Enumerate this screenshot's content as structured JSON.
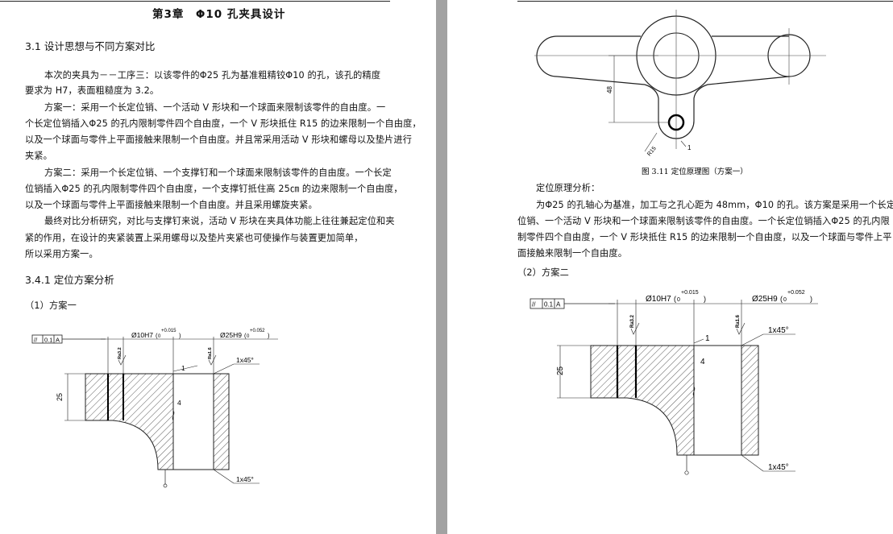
{
  "left": {
    "chapter_title": "第3章　Φ10 孔夹具设计",
    "section_title": "3.1 设计思想与不同方案对比",
    "paragraphs": [
      "本次的夹具为－－工序三：以该零件的Φ25 孔为基准粗精铰Φ10 的孔，该孔的精度",
      "要求为 H7，表面粗糙度为 3.2。",
      "方案一：采用一个长定位销、一个活动 V 形块和一个球面来限制该零件的自由度。一",
      "个长定位销插入Φ25 的孔内限制零件四个自由度，一个 V 形块抵住 R15 的边来限制一个自由度，",
      "以及一个球面与零件上平面接触来限制一个自由度。并且常采用活动 V 形块和螺母以及垫片进行",
      "夹紧。",
      "方案二：采用一个长定位销、一个支撑钉和一个球面来限制该零件的自由度。一个长定",
      "位销插入Φ25 的孔内限制零件四个自由度，一个支撑钉抵住高 25㎝ 的边来限制一个自由度，",
      "以及一个球面与零件上平面接触来限制一个自由度。并且采用螺旋夹紧。",
      "最终对比分析研究，对比与支撑钉来说，活动 V 形块在夹具体功能上往往兼起定位和夹",
      "紧的作用，在设计的夹紧装置上采用螺母以及垫片夹紧也可使操作与装置更加简单，",
      "所以采用方案一。"
    ],
    "subsection_title": "3.4.1 定位方案分析",
    "item_1": "（1）方案一",
    "drawing1": {
      "tolerance_box": [
        "//",
        "0.1",
        "A"
      ],
      "hole_small": "Ø10H7",
      "hole_small_base": "0",
      "hole_small_upper": "+0.015",
      "hole_large": "Ø25H9",
      "hole_large_base": "0",
      "hole_large_upper": "+0.052",
      "roughness_1": "Ra3.2",
      "roughness_2": "Ra1.6",
      "chamfer_top": "1x45°",
      "chamfer_bottom": "1x45°",
      "label_1": "1",
      "label_4": "4",
      "height": "25"
    }
  },
  "right": {
    "figure_caption": "图 3.11 定位原理图（方案一）",
    "figure_dim_48": "48",
    "figure_dim_r15": "R15",
    "figure_label_1": "1",
    "heading_principle": "定位原理分析：",
    "paragraphs": [
      "为Φ25 的孔轴心为基准，加工与之孔心距为 48mm，Φ10 的孔。该方案是采用一个长定",
      "位销、一个活动 V 形块和一个球面来限制该零件的自由度。一个长定位销插入Φ25 的孔内限",
      "制零件四个自由度，一个 V 形块抵住 R15 的边来限制一个自由度，以及一个球面与零件上平",
      "面接触来限制一个自由度。"
    ],
    "item_2": "（2）方案二",
    "drawing2": {
      "tolerance_box": [
        "//",
        "0.1",
        "A"
      ],
      "hole_small": "Ø10H7",
      "hole_small_base": "0",
      "hole_small_upper": "+0.015",
      "hole_large": "Ø25H9",
      "hole_large_base": "0",
      "hole_large_upper": "+0.052",
      "roughness_1": "Ra3.2",
      "roughness_2": "Ra1.6",
      "chamfer_top": "1x45°",
      "chamfer_bottom": "1x45°",
      "label_1": "1",
      "label_4": "4",
      "height": "25"
    }
  }
}
